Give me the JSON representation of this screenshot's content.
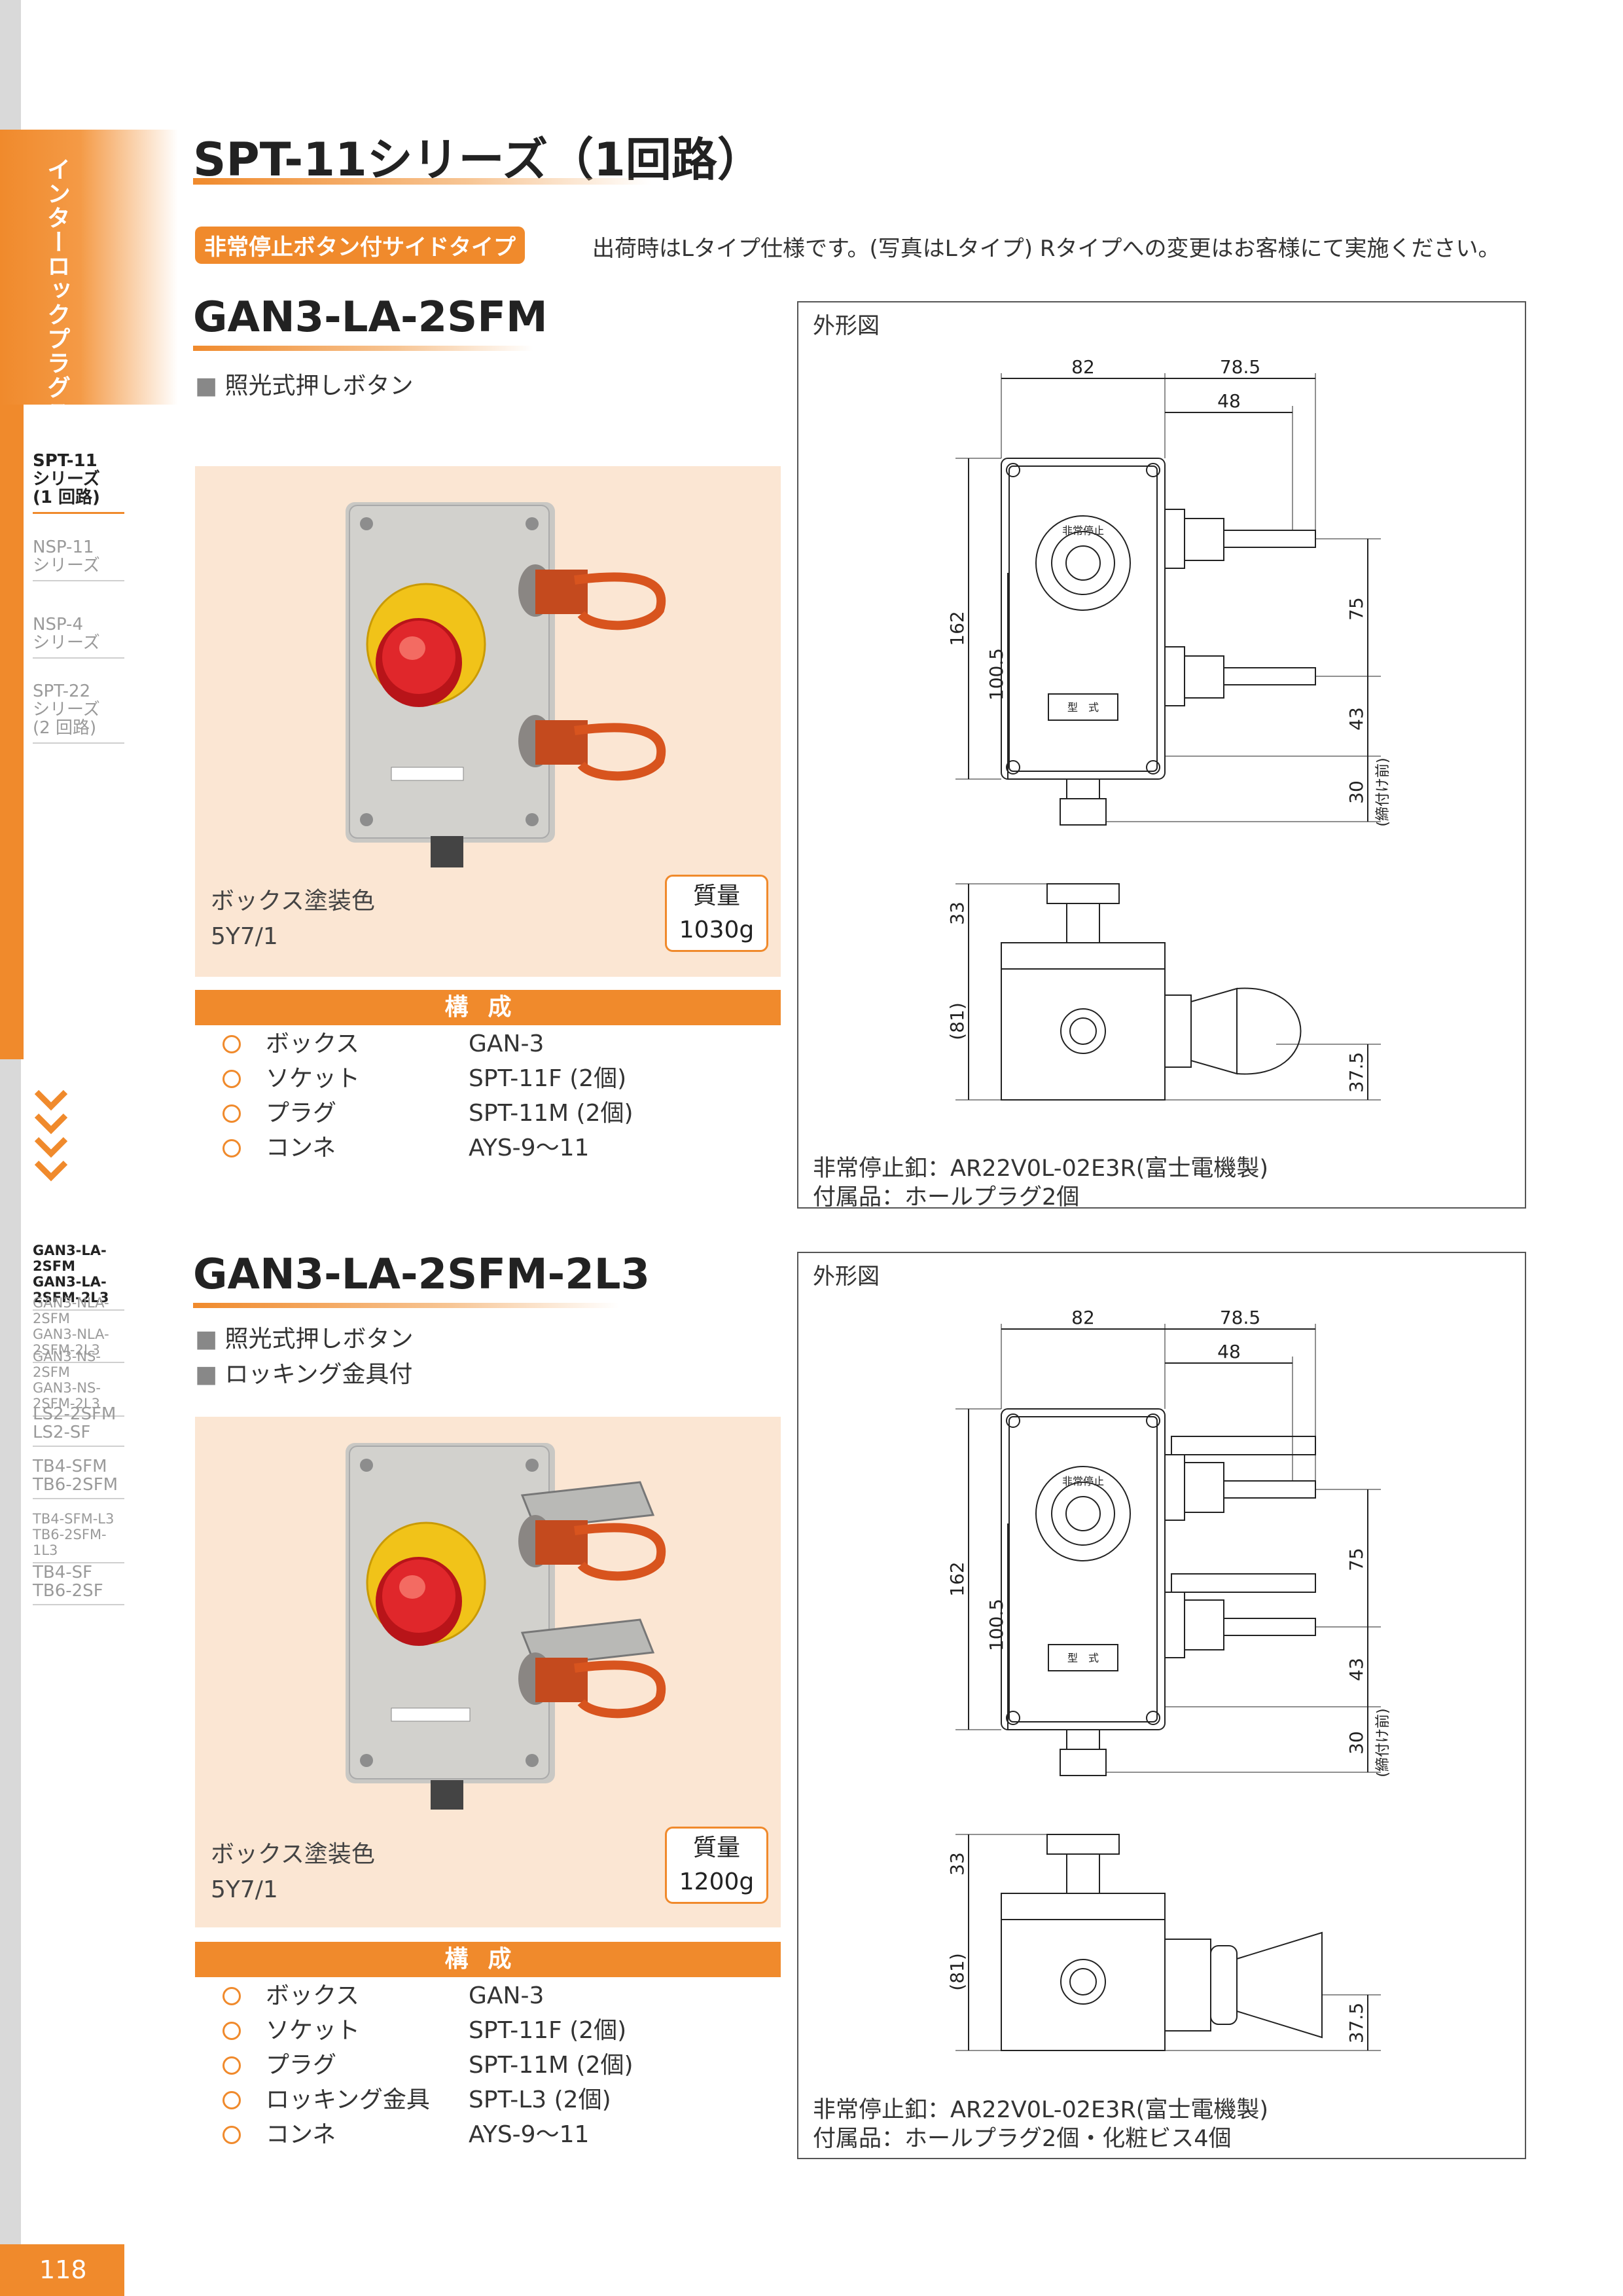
{
  "page_number": "118",
  "side": {
    "section_title": "インターロックプラグユニット",
    "series_nav": [
      {
        "label": "SPT-11\nシリーズ\n(1 回路)",
        "active": true
      },
      {
        "label": "NSP-11\nシリーズ",
        "active": false
      },
      {
        "label": "NSP-4\nシリーズ",
        "active": false
      },
      {
        "label": "SPT-22\nシリーズ\n(2 回路)",
        "active": false
      }
    ],
    "model_nav": [
      {
        "label": "GAN3-LA-2SFM\nGAN3-LA-2SFM-2L3",
        "active": true
      },
      {
        "label": "GAN3-NLA-2SFM\nGAN3-NLA-2SFM-2L3",
        "active": false
      },
      {
        "label": "GAN3-NS-2SFM\nGAN3-NS-2SFM-2L3",
        "active": false
      },
      {
        "label": "LS2-2SFM\nLS2-SF",
        "active": false
      },
      {
        "label": "TB4-SFM\nTB6-2SFM",
        "active": false
      },
      {
        "label": "TB4-SFM-L3\nTB6-2SFM-1L3",
        "active": false
      },
      {
        "label": "TB4-SF\nTB6-2SF",
        "active": false
      }
    ],
    "chevrons": "❯❯❯❯"
  },
  "header": {
    "title": "SPT-11シリーズ（1回路）",
    "badge": "非常停止ボタン付サイドタイプ",
    "note": "出荷時はLタイプ仕様です。(写真はLタイプ) Rタイプへの変更はお客様にて実施ください。"
  },
  "products": [
    {
      "model": "GAN3-LA-2SFM",
      "features": [
        "照光式押しボタン"
      ],
      "paint_label": "ボックス塗装色",
      "paint_value": "5Y7/1",
      "mass_label": "質量",
      "mass_value": "1030g",
      "composition_header": "構成",
      "composition": [
        {
          "name": "ボックス",
          "value": "GAN-3"
        },
        {
          "name": "ソケット",
          "value": "SPT-11F (2個)"
        },
        {
          "name": "プラグ",
          "value": "SPT-11M (2個)"
        },
        {
          "name": "コンネ",
          "value": "AYS-9～11"
        }
      ],
      "drawing_label": "外形図",
      "drawing_note_1": "非常停止釦：AR22V0L-02E3R(富士電機製)",
      "drawing_note_2": "付属品：ホールプラグ2個"
    },
    {
      "model": "GAN3-LA-2SFM-2L3",
      "features": [
        "照光式押しボタン",
        "ロッキング金具付"
      ],
      "paint_label": "ボックス塗装色",
      "paint_value": "5Y7/1",
      "mass_label": "質量",
      "mass_value": "1200g",
      "composition_header": "構成",
      "composition": [
        {
          "name": "ボックス",
          "value": "GAN-3"
        },
        {
          "name": "ソケット",
          "value": "SPT-11F (2個)"
        },
        {
          "name": "プラグ",
          "value": "SPT-11M (2個)"
        },
        {
          "name": "ロッキング金具",
          "value": "SPT-L3 (2個)"
        },
        {
          "name": "コンネ",
          "value": "AYS-9～11"
        }
      ],
      "drawing_label": "外形図",
      "drawing_note_1": "非常停止釦：AR22V0L-02E3R(富士電機製)",
      "drawing_note_2": "付属品：ホールプラグ2個・化粧ビス4個"
    }
  ],
  "drawing_dims": {
    "w82": "82",
    "w785": "78.5",
    "w48": "48",
    "h162": "162",
    "h1005": "100.5",
    "h75": "75",
    "h43": "43",
    "h30": "30",
    "h30_note": "(締付け前)",
    "h33": "33",
    "h81": "(81)",
    "h375": "37.5",
    "plate_text": "型　式",
    "button_text": "非常停止"
  },
  "colors": {
    "accent": "#f08a2c",
    "photo_bg": "#fbe6d3"
  }
}
